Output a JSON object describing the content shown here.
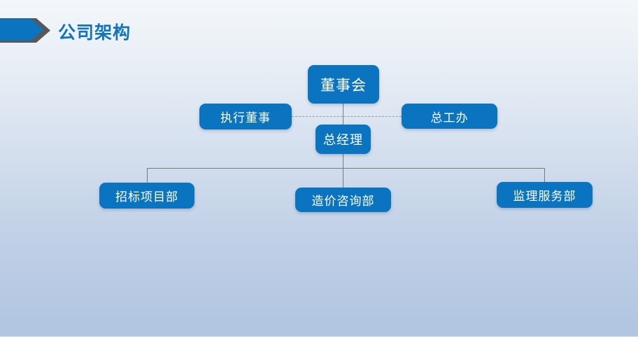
{
  "header": {
    "title": "公司架构",
    "arrow_icon": "right-arrow"
  },
  "org_chart": {
    "root": {
      "label": "董事会"
    },
    "advisors": [
      {
        "label": "执行董事"
      },
      {
        "label": "总工办"
      }
    ],
    "manager": {
      "label": "总经理"
    },
    "departments": [
      {
        "label": "招标项目部"
      },
      {
        "label": "造价咨询部"
      },
      {
        "label": "监理服务部"
      }
    ]
  },
  "colors": {
    "accent": "#0b74c0",
    "title-blue": "#1274bd",
    "chevron-gray": "#57585a",
    "connector-gray": "#7a7a7a",
    "dash-gray": "#9b9b9b",
    "bg-top": "#f3f7fb",
    "bg-bottom": "#b2c6e1"
  }
}
